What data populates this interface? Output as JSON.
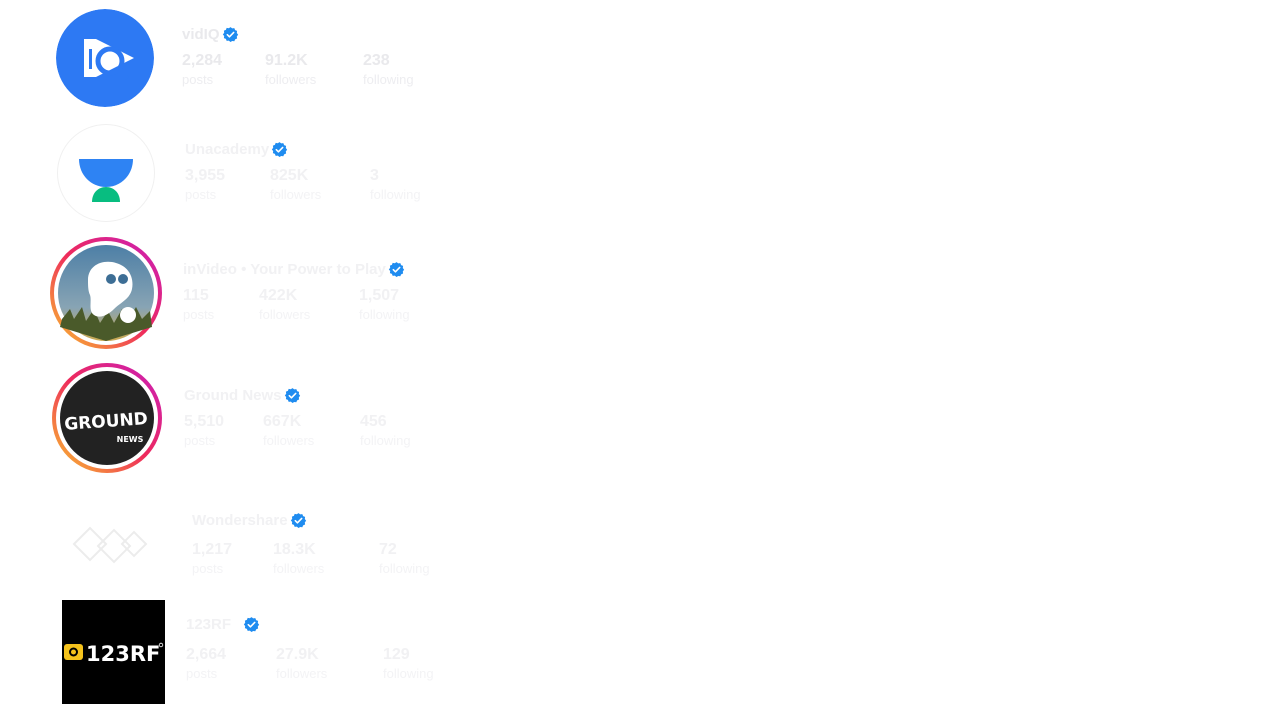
{
  "colors": {
    "verified": "#1f8cf0",
    "vidiq_blue": "#2d79f3",
    "unacademy_blue": "#2e83f3",
    "unacademy_green": "#08bd80",
    "story_ring_start": "#f9c62c",
    "story_ring_end": "#c81ebd",
    "ground_dark": "#222222",
    "rf_yellow": "#f4c21c"
  },
  "accounts": [
    {
      "name": "vidIQ",
      "avatar_icon": "vidiq-logo-icon",
      "stats": [
        {
          "value": "2,284",
          "label": "posts"
        },
        {
          "value": "91.2K",
          "label": "followers"
        },
        {
          "value": "238",
          "label": "following"
        }
      ]
    },
    {
      "name": "Unacademy",
      "avatar_icon": "unacademy-logo-icon",
      "stats": [
        {
          "value": "3,955",
          "label": "posts"
        },
        {
          "value": "825K",
          "label": "followers"
        },
        {
          "value": "3",
          "label": "following"
        }
      ]
    },
    {
      "name": "inVideo • Your Power to Play",
      "avatar_icon": "invideo-logo-icon",
      "stats": [
        {
          "value": "115",
          "label": "posts"
        },
        {
          "value": "422K",
          "label": "followers"
        },
        {
          "value": "1,507",
          "label": "following"
        }
      ]
    },
    {
      "name": "Ground News",
      "avatar_icon": "ground-news-logo-icon",
      "logo_text": "GROUND",
      "logo_subtext": "NEWS",
      "stats": [
        {
          "value": "5,510",
          "label": "posts"
        },
        {
          "value": "667K",
          "label": "followers"
        },
        {
          "value": "456",
          "label": "following"
        }
      ]
    },
    {
      "name": "Wondershare",
      "avatar_icon": "wondershare-logo-icon",
      "stats": [
        {
          "value": "1,217",
          "label": "posts"
        },
        {
          "value": "18.3K",
          "label": "followers"
        },
        {
          "value": "72",
          "label": "following"
        }
      ]
    },
    {
      "name": "123RF",
      "avatar_icon": "123rf-logo-icon",
      "logo_text": "123RF",
      "stats": [
        {
          "value": "2,664",
          "label": "posts"
        },
        {
          "value": "27.9K",
          "label": "followers"
        },
        {
          "value": "129",
          "label": "following"
        }
      ]
    }
  ]
}
